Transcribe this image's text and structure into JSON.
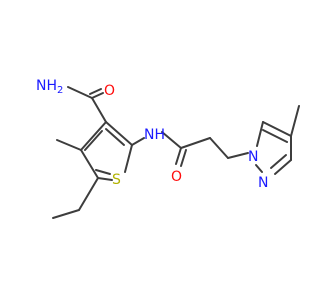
{
  "molecule": {
    "atoms": [
      {
        "id": "amide_n",
        "label": "NH",
        "sub": "2",
        "color": "#1a1aff"
      },
      {
        "id": "amide_o",
        "label": "O",
        "color": "#ff0d0d"
      },
      {
        "id": "link_nh",
        "label": "NH",
        "color": "#1a1aff"
      },
      {
        "id": "carbonyl_o",
        "label": "O",
        "color": "#ff0d0d"
      },
      {
        "id": "thiophene_s",
        "label": "S",
        "color": "#b2b200"
      },
      {
        "id": "pyrazole_n1",
        "label": "N",
        "color": "#1a1aff"
      },
      {
        "id": "pyrazole_n2",
        "label": "N",
        "color": "#1a1aff"
      }
    ],
    "bond_color": "#3d3d3d"
  }
}
